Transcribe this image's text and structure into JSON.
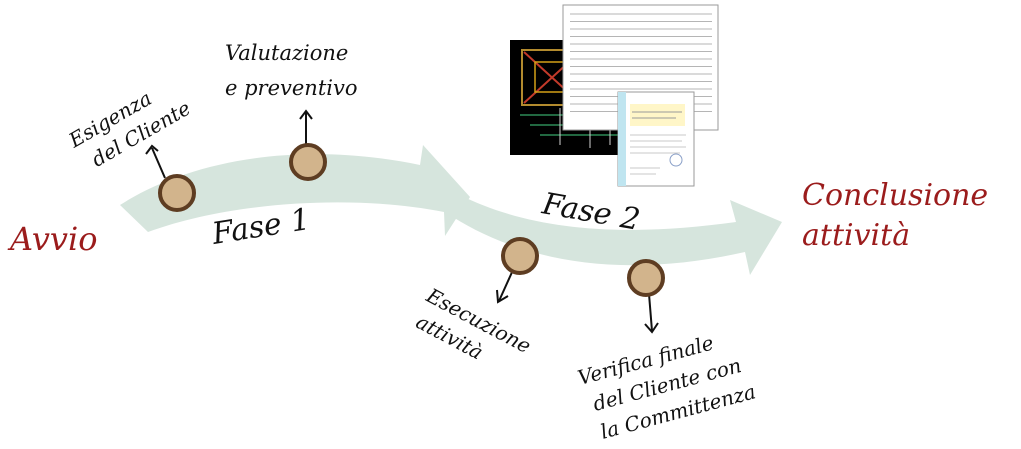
{
  "start_label": "Avvio",
  "end_label_line1": "Conclusione",
  "end_label_line2": "attività",
  "phases": [
    {
      "label": "Fase 1"
    },
    {
      "label": "Fase 2"
    }
  ],
  "milestones": [
    {
      "id": "esigenza",
      "lines": [
        "Esigenza",
        "del Cliente"
      ]
    },
    {
      "id": "valutazione",
      "lines": [
        "Valutazione",
        "e preventivo"
      ]
    },
    {
      "id": "esecuzione",
      "lines": [
        "Esecuzione",
        "attività"
      ]
    },
    {
      "id": "verifica",
      "lines": [
        "Verifica finale",
        "del Cliente con",
        "la Committenza"
      ]
    }
  ],
  "colors": {
    "arrow_fill": "#d6e5dd",
    "milestone_fill": "#d2b48c",
    "milestone_stroke": "#5e3d22",
    "start_end_text": "#9b1c1c",
    "body_text": "#111111"
  },
  "document_images": {
    "schematic": "electrical-schematic-drawing",
    "report_table": "tabular-report-document",
    "certificate": "certificate-document"
  }
}
